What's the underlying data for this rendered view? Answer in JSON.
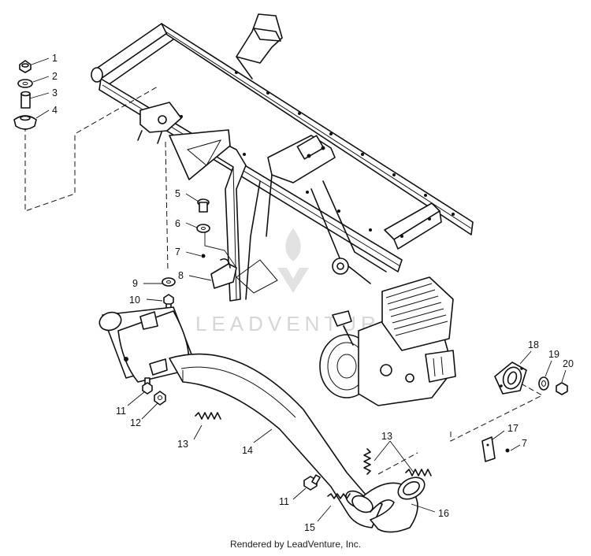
{
  "watermark": {
    "text": "LEADVENTURE"
  },
  "footer": {
    "text": "Rendered by LeadVenture, Inc."
  },
  "callouts": [
    {
      "id": "c1",
      "label": "1"
    },
    {
      "id": "c2",
      "label": "2"
    },
    {
      "id": "c3",
      "label": "3"
    },
    {
      "id": "c4",
      "label": "4"
    },
    {
      "id": "c5",
      "label": "5"
    },
    {
      "id": "c6",
      "label": "6"
    },
    {
      "id": "c7a",
      "label": "7"
    },
    {
      "id": "c8",
      "label": "8"
    },
    {
      "id": "c9",
      "label": "9"
    },
    {
      "id": "c10",
      "label": "10"
    },
    {
      "id": "c11a",
      "label": "11"
    },
    {
      "id": "c12",
      "label": "12"
    },
    {
      "id": "c13a",
      "label": "13"
    },
    {
      "id": "c14",
      "label": "14"
    },
    {
      "id": "c13b",
      "label": "13"
    },
    {
      "id": "c11b",
      "label": "11"
    },
    {
      "id": "c15",
      "label": "15"
    },
    {
      "id": "c16",
      "label": "16"
    },
    {
      "id": "c17",
      "label": "17"
    },
    {
      "id": "c7b",
      "label": "7"
    },
    {
      "id": "c18",
      "label": "18"
    },
    {
      "id": "c19",
      "label": "19"
    },
    {
      "id": "c20",
      "label": "20"
    }
  ]
}
